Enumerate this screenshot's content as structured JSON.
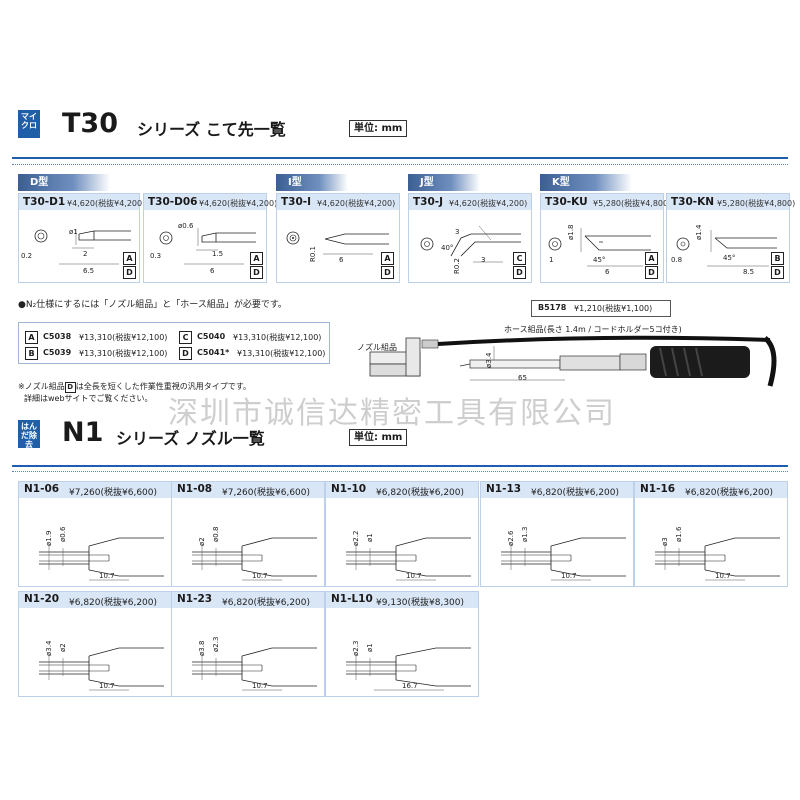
{
  "t30": {
    "badge": "マイクロ",
    "title": "T30",
    "subtitle": "シリーズ こて先一覧",
    "unit": "単位: mm",
    "types": [
      "D型",
      "I型",
      "J型",
      "K型"
    ],
    "tips": [
      {
        "model": "T30-D1",
        "price": "¥4,620(税抜¥4,200)",
        "dims": [
          "ø1",
          "0.2",
          "2",
          "6.5"
        ]
      },
      {
        "model": "T30-D06",
        "price": "¥4,620(税抜¥4,200)",
        "dims": [
          "ø0.6",
          "0.3",
          "1.5",
          "6"
        ]
      },
      {
        "model": "T30-I",
        "price": "¥4,620(税抜¥4,200)",
        "dims": [
          "R0.1",
          "6"
        ]
      },
      {
        "model": "T30-J",
        "price": "¥4,620(税抜¥4,200)",
        "dims": [
          "3",
          "40°",
          "R0.2",
          "3"
        ]
      },
      {
        "model": "T30-KU",
        "price": "¥5,280(税抜¥4,800)",
        "dims": [
          "ø1.8",
          "1",
          "45°",
          "6"
        ]
      },
      {
        "model": "T30-KN",
        "price": "¥5,280(税抜¥4,800)",
        "dims": [
          "ø1.4",
          "0.8",
          "45°",
          "8.5"
        ]
      }
    ],
    "tip_flags": [
      [
        "A",
        "D"
      ],
      [
        "A",
        "D"
      ],
      [
        "A",
        "D"
      ],
      [
        "C",
        "D"
      ],
      [
        "A",
        "D"
      ],
      [
        "B",
        "D"
      ]
    ],
    "note1": "●N₂仕様にするには「ノズル組品」と「ホース組品」が必要です。",
    "kits": [
      {
        "letter": "A",
        "code": "C5038",
        "price": "¥13,310(税抜¥12,100)"
      },
      {
        "letter": "B",
        "code": "C5039",
        "price": "¥13,310(税抜¥12,100)"
      },
      {
        "letter": "C",
        "code": "C5040",
        "price": "¥13,310(税抜¥12,100)"
      },
      {
        "letter": "D",
        "code": "C5041*",
        "price": "¥13,310(税抜¥12,100)"
      }
    ],
    "hose_code": "B5178",
    "hose_price": "¥1,210(税抜¥1,100)",
    "hose_label": "ホース組品(長さ 1.4m / コードホルダー5コ付き)",
    "nozzle_label": "ノズル組品",
    "dim_34": "ø3.4",
    "dim_65": "65",
    "foot1": "※ノズル組品",
    "foot1_letter": "D",
    "foot1_rest": "は全長を短くした作業性重視の汎用タイプです。",
    "foot2": "詳細はwebサイトでご覧ください。"
  },
  "n1": {
    "badge": "はんだ除去",
    "title": "N1",
    "subtitle": "シリーズ ノズル一覧",
    "unit": "単位: mm",
    "nozzles": [
      {
        "model": "N1-06",
        "price": "¥7,260(税抜¥6,600)",
        "outer": "ø1.9",
        "inner": "ø0.6",
        "length": "10.7"
      },
      {
        "model": "N1-08",
        "price": "¥7,260(税抜¥6,600)",
        "outer": "ø2",
        "inner": "ø0.8",
        "length": "10.7"
      },
      {
        "model": "N1-10",
        "price": "¥6,820(税抜¥6,200)",
        "outer": "ø2.2",
        "inner": "ø1",
        "length": "10.7"
      },
      {
        "model": "N1-13",
        "price": "¥6,820(税抜¥6,200)",
        "outer": "ø2.6",
        "inner": "ø1.3",
        "length": "10.7"
      },
      {
        "model": "N1-16",
        "price": "¥6,820(税抜¥6,200)",
        "outer": "ø3",
        "inner": "ø1.6",
        "length": "10.7"
      },
      {
        "model": "N1-20",
        "price": "¥6,820(税抜¥6,200)",
        "outer": "ø3.4",
        "inner": "ø2",
        "length": "10.7"
      },
      {
        "model": "N1-23",
        "price": "¥6,820(税抜¥6,200)",
        "outer": "ø3.8",
        "inner": "ø2.3",
        "length": "10.7"
      },
      {
        "model": "N1-L10",
        "price": "¥9,130(税抜¥8,300)",
        "outer": "ø2.3",
        "inner": "ø1",
        "length": "16.7"
      }
    ]
  },
  "watermark": "深圳市诚信达精密工具有限公司",
  "colors": {
    "accent": "#1f5fa8",
    "head": "#d9e6f6",
    "border": "#bcd0ea"
  }
}
